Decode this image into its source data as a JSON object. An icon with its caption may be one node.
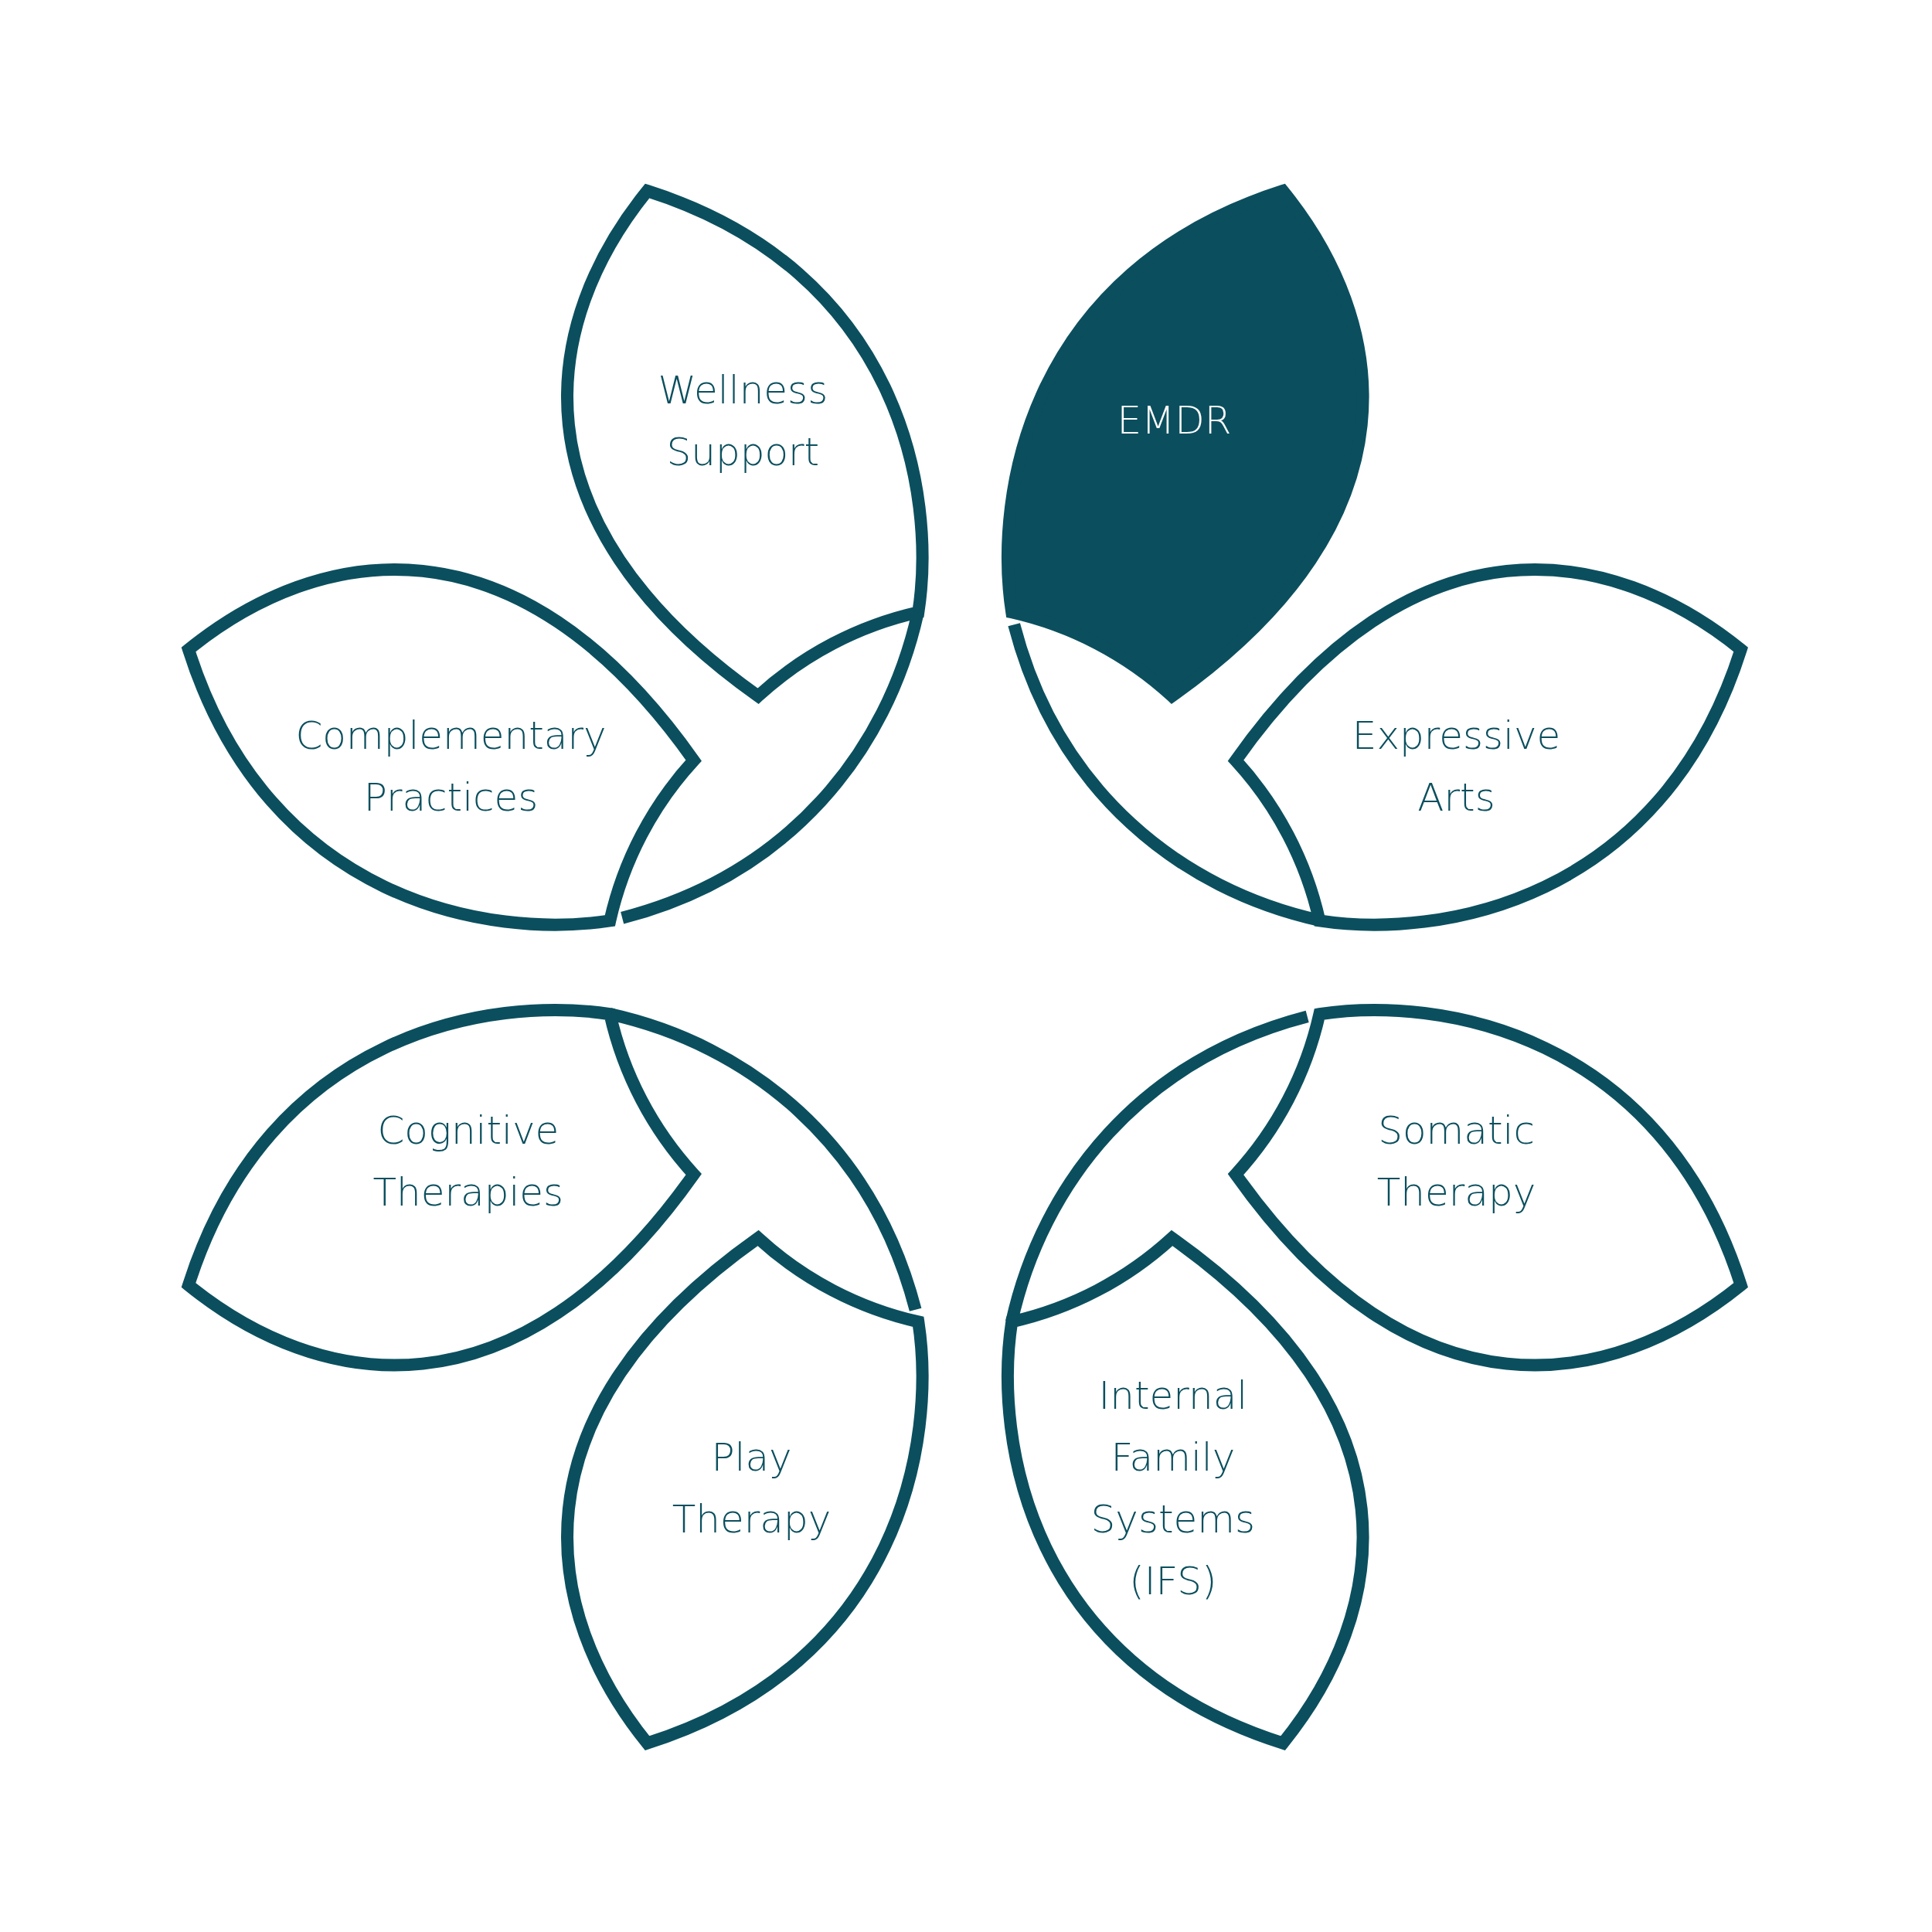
{
  "diagram": {
    "nodes": [
      {
        "text": [
          "Wellness Support"
        ]
      },
      {
        "text": [
          "EMDR"
        ]
      },
      {
        "text": [
          "Complementary Practices"
        ]
      },
      {
        "text": [
          "Expressive Arts"
        ]
      },
      {
        "text": [
          "Cognitive Therapies"
        ]
      },
      {
        "text": [
          "Somatic Therapy"
        ]
      },
      {
        "text": [
          "Play Therapy"
        ]
      },
      {
        "text": [
          "Internal Family Systems (IFS)"
        ]
      }
    ]
  }
}
